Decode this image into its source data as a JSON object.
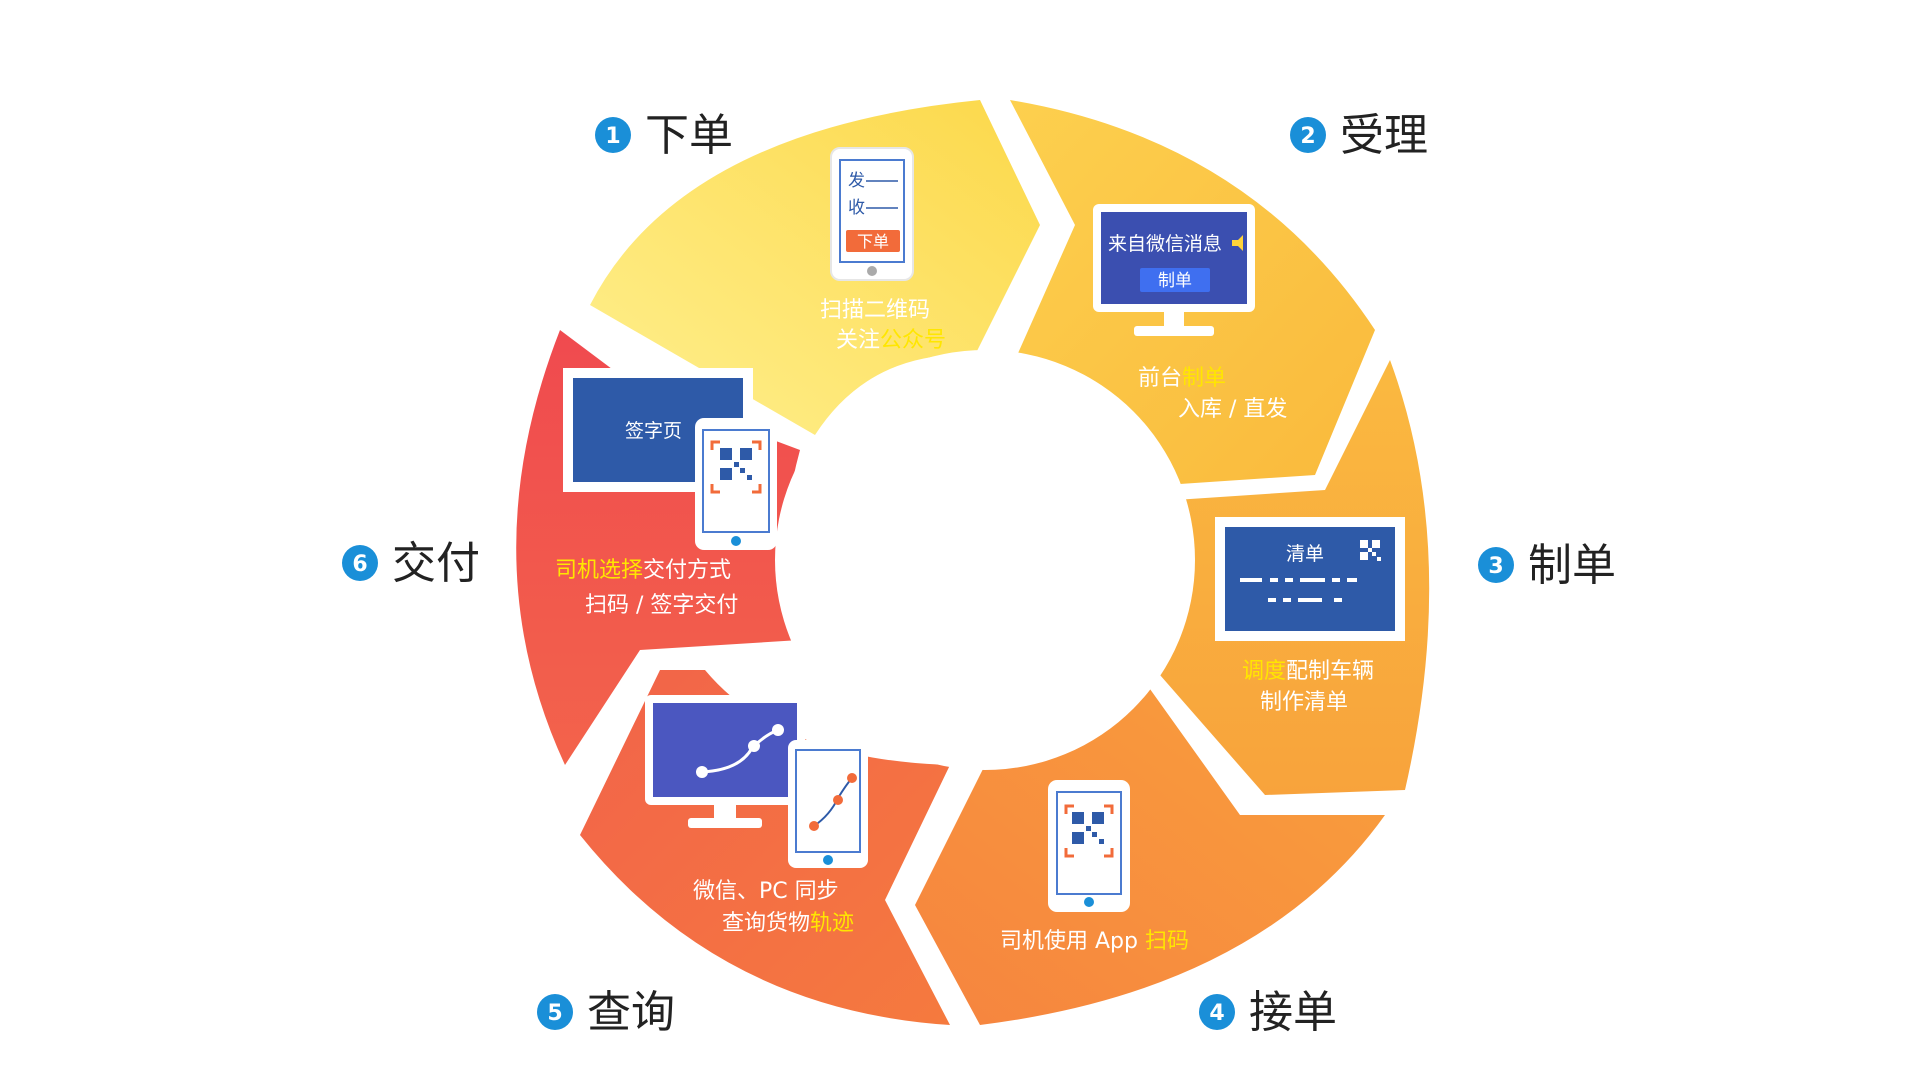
{
  "colors": {
    "badge": "#1a8fd8",
    "highlight": "#ffe600",
    "seg1": "#fde36e",
    "seg2": "#fbc64a",
    "seg3": "#f9b23e",
    "seg4": "#f8913e",
    "seg5": "#f56c45",
    "seg6": "#f2534c",
    "screen_blue": "#2e5aa8",
    "accent_orange": "#f26b3a"
  },
  "steps": [
    {
      "num": "1",
      "title": "下单",
      "icon": "phone-order-form-icon",
      "form_row1": "发",
      "form_row2": "收",
      "button": "下单",
      "line1": "扫描二维码",
      "line2_pre": "关注",
      "line2_hl": "公众号"
    },
    {
      "num": "2",
      "title": "受理",
      "icon": "monitor-message-icon",
      "screen_msg": "来自微信消息",
      "button": "制单",
      "line1_pre": "前台",
      "line1_hl": "制单",
      "line2": "入库 / 直发"
    },
    {
      "num": "3",
      "title": "制单",
      "icon": "checklist-board-icon",
      "board_title": "清单",
      "line1_hl": "调度",
      "line1_post": "配制车辆",
      "line2": "制作清单"
    },
    {
      "num": "4",
      "title": "接单",
      "icon": "phone-qr-scan-icon",
      "line1_pre": "司机使用 App ",
      "line1_hl": "扫码"
    },
    {
      "num": "5",
      "title": "查询",
      "icon": "monitor-tablet-track-icon",
      "line1": "微信、PC 同步",
      "line2_pre": "查询货物",
      "line2_hl": "轨迹"
    },
    {
      "num": "6",
      "title": "交付",
      "icon": "signature-tablet-qr-icon",
      "screen_label": "签字页",
      "line1_hl": "司机选择",
      "line1_post": "交付方式",
      "line2": "扫码 / 签字交付"
    }
  ]
}
